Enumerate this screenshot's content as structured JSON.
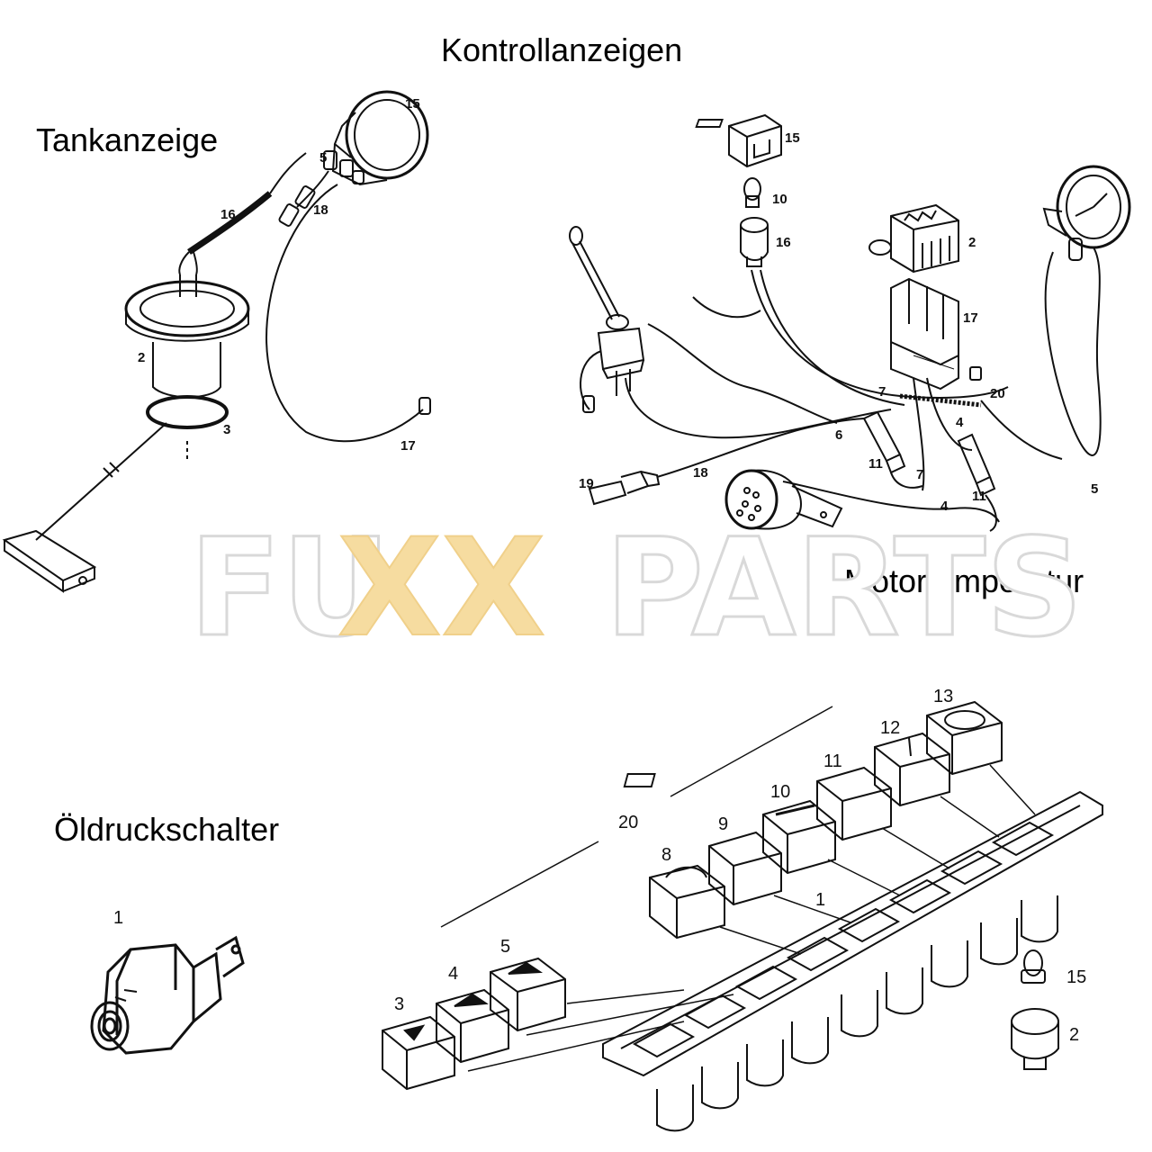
{
  "title": "Kontrollanzeigen",
  "sections": {
    "tank": "Tankanzeige",
    "motor": "Motortemperatur",
    "oil": "Öldruckschalter"
  },
  "watermark": {
    "left": "FU",
    "mid": "XX",
    "right": "PARTS"
  },
  "colors": {
    "line": "#111111",
    "watermark_grey": "#d9d9d9",
    "watermark_yellow": "#f6dca0"
  },
  "callouts": {
    "tank": [
      "15",
      "5",
      "16",
      "18",
      "2",
      "3",
      "17"
    ],
    "motor": [
      "15",
      "10",
      "16",
      "2",
      "17",
      "7",
      "20",
      "6",
      "4",
      "11",
      "7",
      "11",
      "19",
      "18",
      "4",
      "5"
    ],
    "oil": [
      "1"
    ],
    "panel": [
      "13",
      "12",
      "11",
      "10",
      "9",
      "8",
      "20",
      "1",
      "5",
      "4",
      "3",
      "15",
      "2"
    ]
  }
}
